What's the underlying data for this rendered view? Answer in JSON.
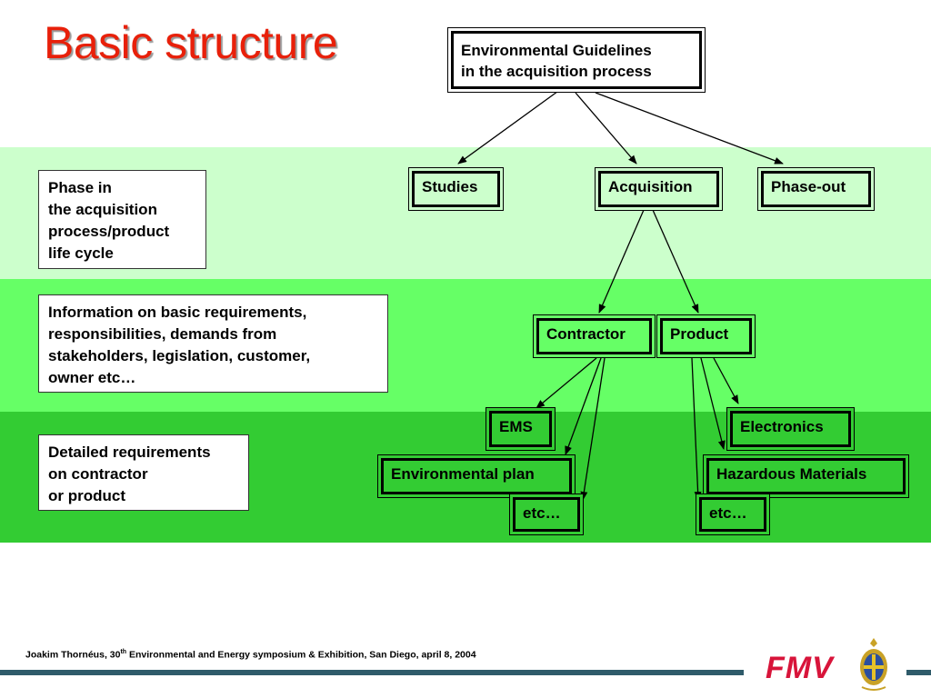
{
  "slide": {
    "title": "Basic structure",
    "footer": {
      "author": "Joakim Thornéus, 30",
      "ordinal_sup": "th",
      "event": " Environmental and Energy symposium & Exhibition, San Diego, april 8, 2004"
    },
    "logo_text": "FMV"
  },
  "colors": {
    "band_light": "#ccffcc",
    "band_mid": "#66ff66",
    "band_dark": "#33cc33",
    "title": "#e8200a",
    "footer_line": "#2f5b6a",
    "logo": "#d8143a"
  },
  "legend": {
    "phase": [
      "Phase in",
      "the acquisition",
      "process/product",
      "life cycle"
    ],
    "info": [
      "Information on basic requirements,",
      "responsibilities, demands from",
      "stakeholders, legislation, customer,",
      "owner etc…"
    ],
    "detail": [
      "Detailed requirements",
      "on contractor",
      "or product"
    ]
  },
  "nodes": {
    "root": [
      "Environmental Guidelines",
      "in the acquisition process"
    ],
    "studies": "Studies",
    "acquisition": "Acquisition",
    "phase_out": "Phase-out",
    "contractor": "Contractor",
    "product": "Product",
    "ems": "EMS",
    "environmental_plan": "Environmental plan",
    "etc_contractor": "etc…",
    "electronics": "Electronics",
    "hazardous_materials": "Hazardous Materials",
    "etc_product": "etc…"
  }
}
